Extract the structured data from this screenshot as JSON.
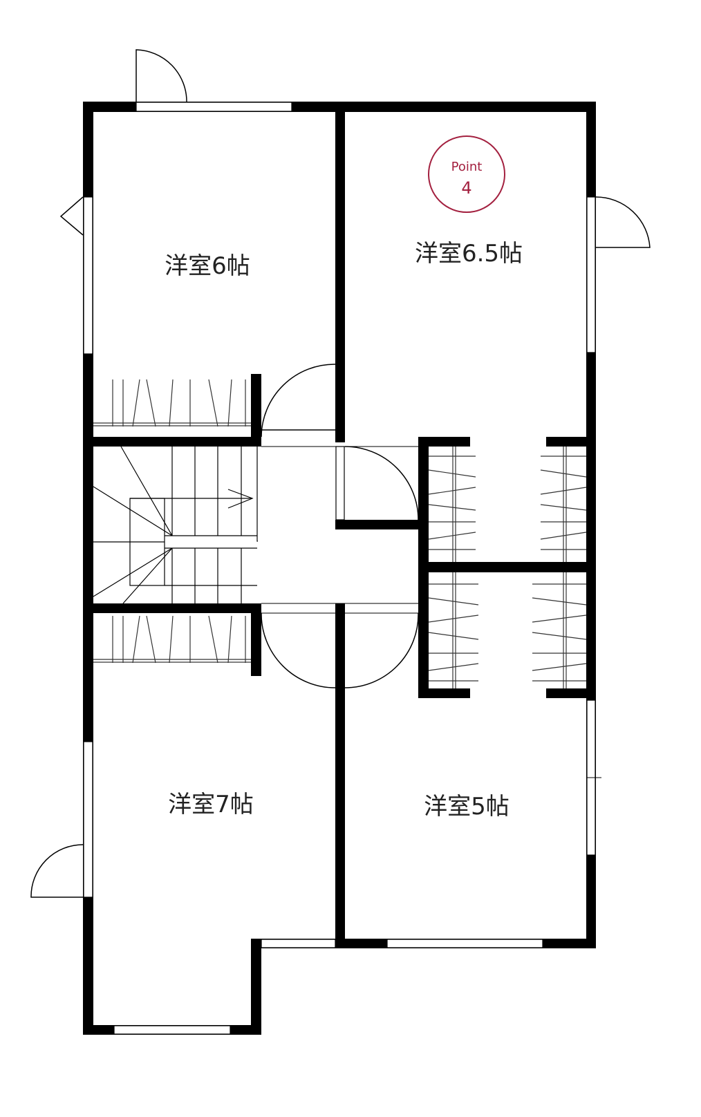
{
  "rooms": [
    {
      "label": "洋室6帖"
    },
    {
      "label": "洋室6.5帖"
    },
    {
      "label": "洋室7帖"
    },
    {
      "label": "洋室5帖"
    }
  ],
  "badge": {
    "title": "Point",
    "number": "4"
  },
  "colors": {
    "wall": "#000000",
    "badge": "#a3203f"
  }
}
